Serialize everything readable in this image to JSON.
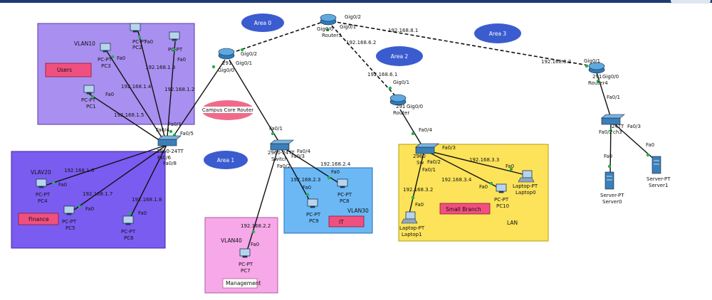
{
  "areas": [
    {
      "id": "area0",
      "label": "Area 0"
    },
    {
      "id": "area1",
      "label": "Area 1"
    },
    {
      "id": "area2",
      "label": "Area 2"
    },
    {
      "id": "area3",
      "label": "Area 3"
    }
  ],
  "campus_label": "Campus Core Router",
  "zones": {
    "vlan10": {
      "title": "VLAN10",
      "tag": "Users"
    },
    "vlan20": {
      "title": "VLAV20",
      "tag": "Finance"
    },
    "vlan30": {
      "title": "VLAN30",
      "tag": "IT"
    },
    "vlan40": {
      "title": "VLAN40",
      "tag": "Management"
    },
    "branch": {
      "tag": "Small Branch",
      "lan": "LAN"
    }
  },
  "routers": {
    "router3": {
      "model": "",
      "name": "Router3",
      "ports": [
        "Gig0/2",
        "Gig0/0",
        "Gig0/1"
      ]
    },
    "core": {
      "model": "291",
      "ports": [
        "Gig0/2",
        "Gig0/1",
        "Gig0/0"
      ]
    },
    "router_b": {
      "model": "291",
      "name": "Router",
      "ports": [
        "Gig0/1",
        "Gig0/0"
      ]
    },
    "router4": {
      "model": "291",
      "name": "Router4",
      "ports": [
        "Gig0/1",
        "Gig0/0"
      ]
    }
  },
  "switches": {
    "sw_left": {
      "name": "2960-24TT",
      "ports": [
        "Fa0/4",
        "Fa0/5",
        "Fa0/6",
        "Fa0/8",
        "Fa0/1"
      ]
    },
    "sw_mid": {
      "name": "2960-24TT",
      "sub": "Switch",
      "ports": [
        "Fa0/1",
        "Fa0/4",
        "Fa0/3",
        "Fa0/2"
      ]
    },
    "sw_branch": {
      "name": "2960",
      "sub": "Sw",
      "ports": [
        "Fa0/4",
        "Fa0/3",
        "Fa0/2",
        "Fa0/1"
      ]
    },
    "sw_right": {
      "name": "24TT",
      "sub": "ch3",
      "ports": [
        "Fa0/1",
        "Fa0/2",
        "Fa0/3"
      ]
    }
  },
  "hosts": [
    {
      "id": "pc1",
      "type": "PC-PT",
      "name": "PC1",
      "port": "Fa0",
      "ip": "192.168.1.5"
    },
    {
      "id": "pc2",
      "type": "PC-PT",
      "name": "PC2",
      "port": "Fa0",
      "ip": "192.168.1.3"
    },
    {
      "id": "pc3",
      "type": "PC-PT",
      "name": "PC3",
      "port": "Fa0",
      "ip": "192.168.1.4"
    },
    {
      "id": "pcx",
      "type": "PC-PT",
      "name": "",
      "port": "Fa0",
      "ip": "192.168.1.2"
    },
    {
      "id": "pc4",
      "type": "PC-PT",
      "name": "PC4",
      "port": "Fa0",
      "ip": "192.168.1.6"
    },
    {
      "id": "pc5",
      "type": "PC-PT",
      "name": "PC5",
      "port": "Fa0",
      "ip": "192.168.1.7"
    },
    {
      "id": "pc6",
      "type": "PC-PT",
      "name": "PC6",
      "port": "Fa0",
      "ip": "192.168.1.8"
    },
    {
      "id": "pc7",
      "type": "PC-PT",
      "name": "PC7",
      "port": "Fa0",
      "ip": "192.168.2.2"
    },
    {
      "id": "pc8",
      "type": "PC-PT",
      "name": "PC8",
      "port": "Fa0",
      "ip": "192.168.2.4"
    },
    {
      "id": "pc9",
      "type": "PC-PT",
      "name": "PC9",
      "port": "Fa0",
      "ip": "192.168.2.3"
    },
    {
      "id": "pc10",
      "type": "PC-PT",
      "name": "PC10",
      "port": "Fa0",
      "ip": "192.168.3.4"
    },
    {
      "id": "laptop0",
      "type": "Laptop-PT",
      "name": "Laptop0",
      "port": "Fa0",
      "ip": "192.168.3.3"
    },
    {
      "id": "laptop1",
      "type": "Laptop-PT",
      "name": "Laptop1",
      "port": "Fa0",
      "ip": "192.168.3.2"
    },
    {
      "id": "server0",
      "type": "Server-PT",
      "name": "Server0",
      "port": "Fa0",
      "ip": ""
    },
    {
      "id": "server1",
      "type": "Server-PT",
      "name": "Server1",
      "port": "Fa0",
      "ip": ""
    }
  ],
  "wan_ips": {
    "r3_r4": "192.168.8.1",
    "r4": "192.168.8.2",
    "r3_rb": "192.168.6.2",
    "rb": "192.168.6.1"
  },
  "colors": {
    "vlan10": "#a98ff0",
    "vlan20": "#7a5cf0",
    "vlan30": "#6bb8f5",
    "vlan40": "#f7a8e8",
    "branch": "#fce35a",
    "area": "#3b5ccf",
    "campus": "#f06b8a",
    "tag": "#f0507f"
  }
}
